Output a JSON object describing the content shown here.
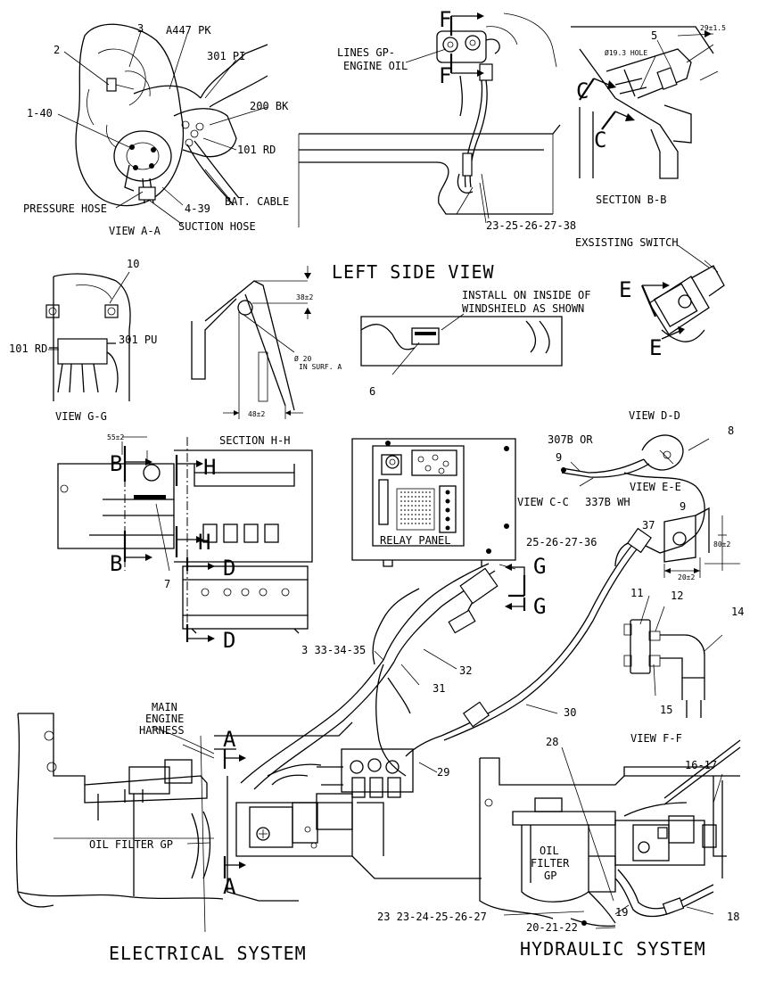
{
  "callouts": {
    "c2": "2",
    "c3": "3",
    "c1_40": "1-40",
    "c4_39": "4-39",
    "c5": "5",
    "c6": "6",
    "c7": "7",
    "c8": "8",
    "c9a": "9",
    "c9b": "9",
    "c10": "10",
    "c11": "11",
    "c12": "12",
    "c14": "14",
    "c15": "15",
    "c16_17": "16-17",
    "c18": "18",
    "c19": "19",
    "c20_22": "20-21-22",
    "c23_27_lower": "23 23-24-25-26-27",
    "c23_38": "23-25-26-27-38",
    "c25_36": "25-26-27-36",
    "c28": "28",
    "c29": "29",
    "c30": "30",
    "c31": "31",
    "c32": "32",
    "c33_35": "3 33-34-35",
    "c37": "37"
  },
  "wires": {
    "a447": "A447 PK",
    "w301pi": "301 PI",
    "w200bk": "200 BK",
    "w101rd_a": "101 RD",
    "w101rd_g": "101 RD",
    "w301pu": "301 PU",
    "w307b": "307B OR",
    "w337b": "337B WH"
  },
  "labels": {
    "pressure_hose": "PRESSURE HOSE",
    "suction_hose": "SUCTION HOSE",
    "bat_cable": "BAT. CABLE",
    "lines_gp_1": "LINES GP-",
    "lines_gp_2": "ENGINE OIL",
    "hole": "Ø19.3 HOLE",
    "install_1": "INSTALL ON INSIDE OF",
    "install_2": "WINDSHIELD AS SHOWN",
    "existing_switch": "EXSISTING SWITCH",
    "relay_panel": "RELAY PANEL",
    "main_1": "MAIN",
    "main_2": "ENGINE",
    "main_3": "HARNESS",
    "oil_filter_left": "OIL FILTER GP",
    "oil_1": "OIL",
    "oil_2": "FILTER",
    "oil_3": "GP"
  },
  "views": {
    "view_aa": "VIEW A-A",
    "section_bb": "SECTION B-B",
    "left_side": "LEFT SIDE VIEW",
    "view_gg": "VIEW G-G",
    "section_hh": "SECTION H-H",
    "view_dd": "VIEW D-D",
    "view_ee": "VIEW E-E",
    "view_cc": "VIEW C-C",
    "view_ff": "VIEW F-F",
    "electrical": "ELECTRICAL SYSTEM",
    "hydraulic": "HYDRAULIC SYSTEM"
  },
  "dims": {
    "d29": "29±1.5",
    "d38": "38±2",
    "d48": "48±2",
    "d20_surf_1": "Ø 20",
    "d20_surf_2": "IN SURF. A",
    "d55": "55±2",
    "d80": "80±2",
    "d20": "20±2"
  },
  "section_letters": {
    "F1": "F",
    "F2": "F",
    "C1": "C",
    "C2": "C",
    "E1": "E",
    "E2": "E",
    "B1": "B",
    "B2": "B",
    "H1": "H",
    "H2": "H",
    "D1": "D",
    "D2": "D",
    "G1": "G",
    "G2": "G",
    "A1": "A",
    "A2": "A"
  }
}
